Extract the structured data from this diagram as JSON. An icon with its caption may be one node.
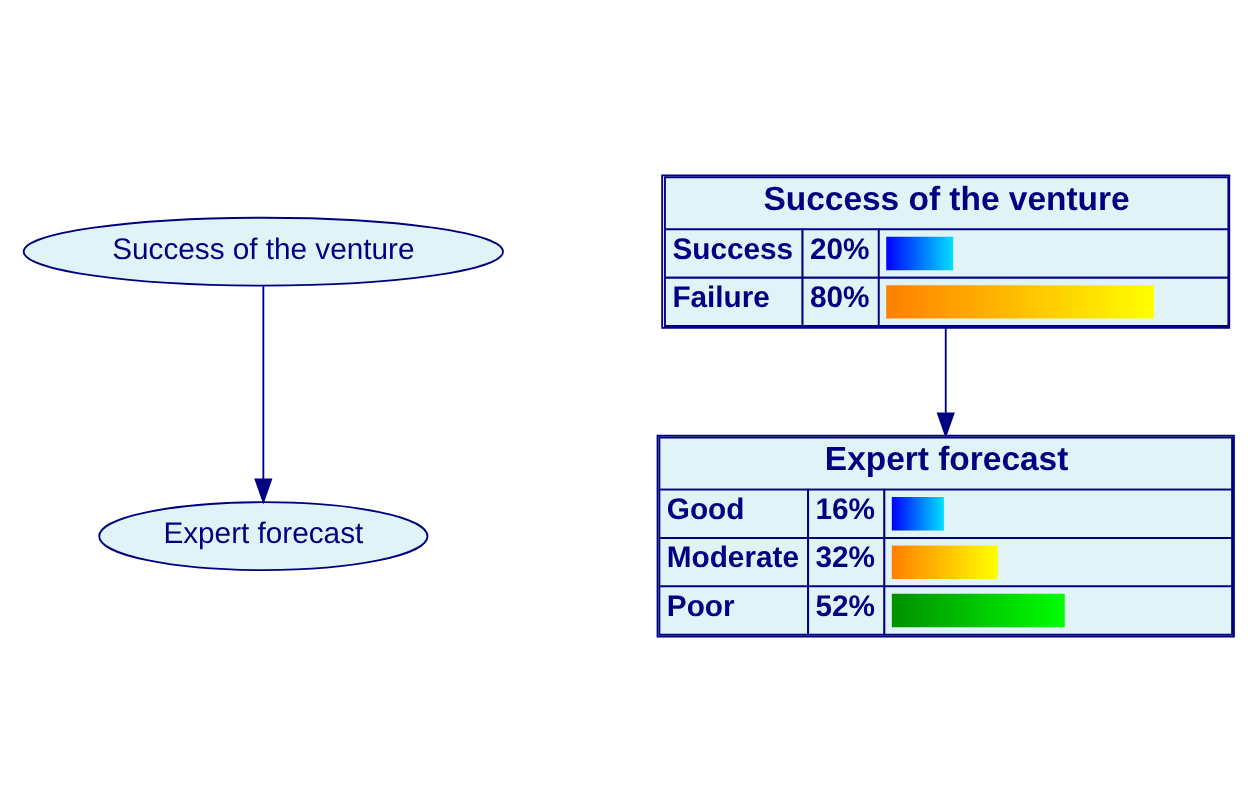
{
  "diagram": {
    "nodes": [
      {
        "text": [
          "Success of the venture"
        ]
      },
      {
        "text": [
          "Expert forecast"
        ]
      },
      {
        "text": [
          "Success of the venture",
          "Success",
          "20%",
          "Failure",
          "80%"
        ]
      },
      {
        "text": [
          "Expert forecast",
          "Good",
          "16%",
          "Moderate",
          "32%",
          "Poor",
          "52%"
        ]
      }
    ],
    "edges": [
      {
        "from": 0,
        "to": 1,
        "arrow": "to"
      },
      {
        "from": 2,
        "to": 3,
        "arrow": "to"
      }
    ]
  }
}
